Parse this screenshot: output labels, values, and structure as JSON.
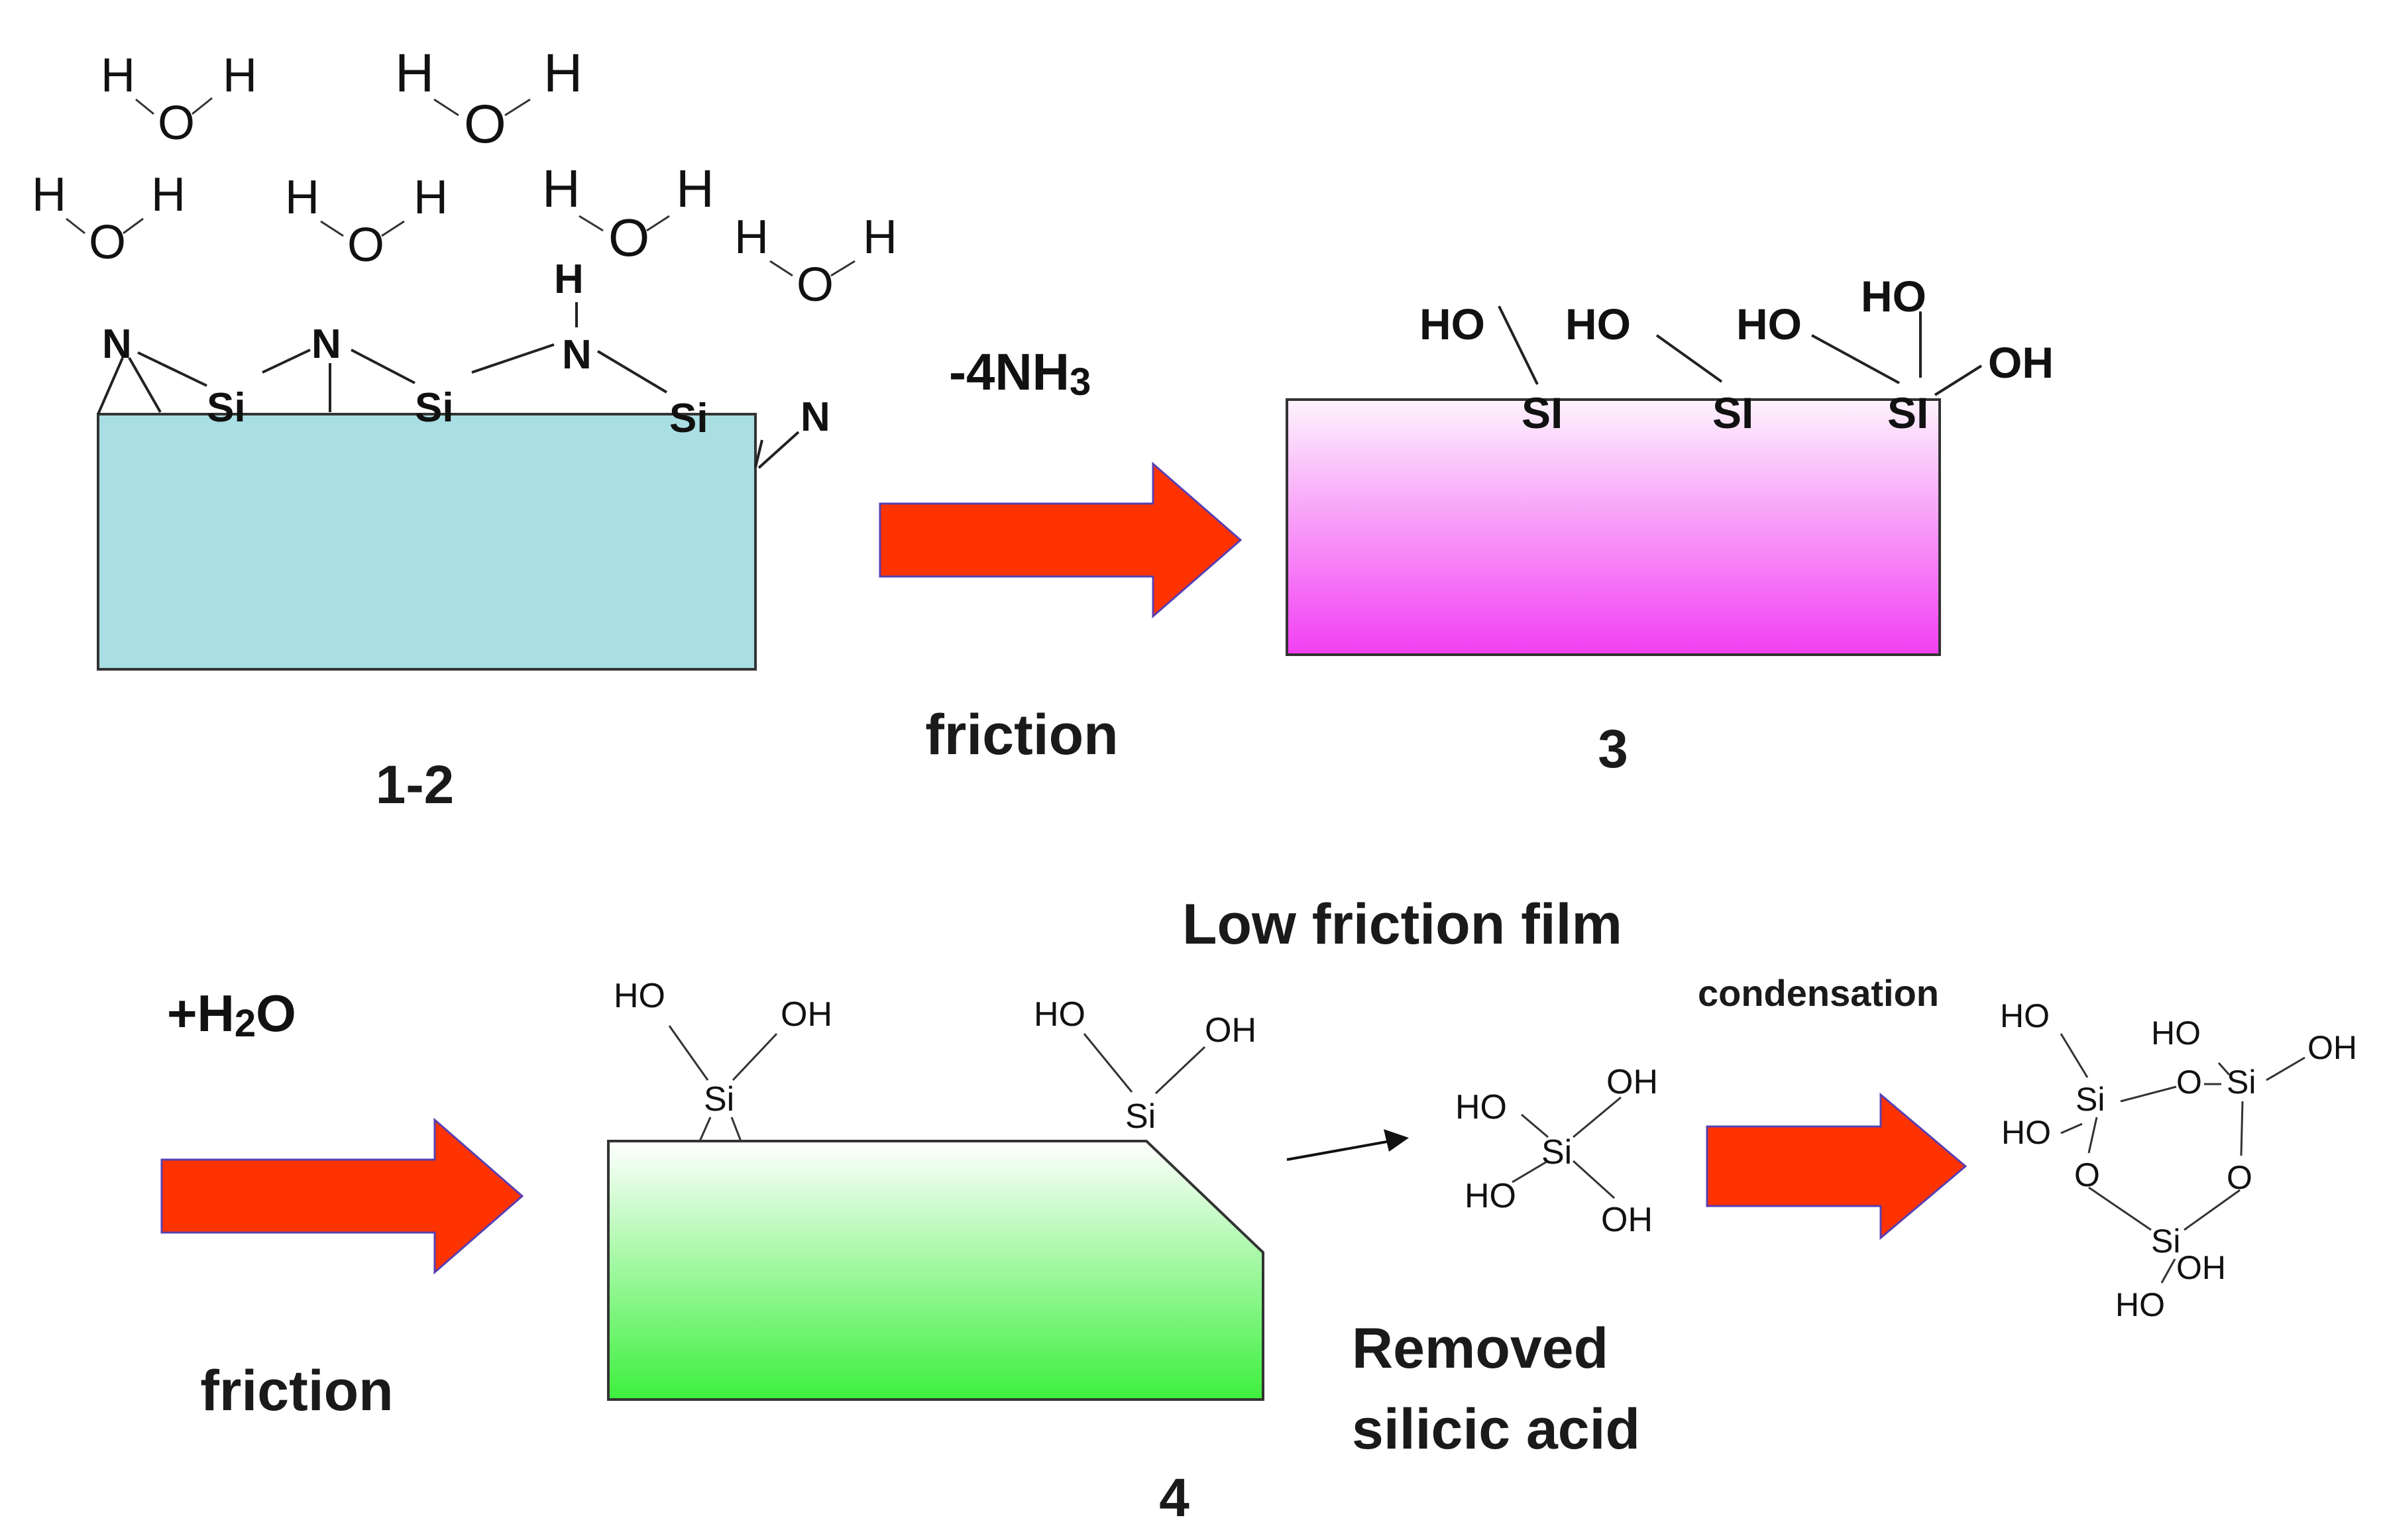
{
  "colors": {
    "arrow": "#ff3300",
    "arrow_edge": "#5a3fb0",
    "block_nitride": "#a9dfe2",
    "block_hydroxylated_top": "#fdf3fd",
    "block_hydroxylated_bottom": "#f23ff2",
    "block_film_top": "#ffffff",
    "block_film_bottom": "#3df03d"
  },
  "water": {
    "h": "H",
    "o": "O"
  },
  "stage12": {
    "atoms": {
      "n": "N",
      "si": "Si",
      "h": "H"
    },
    "label": "1-2"
  },
  "step1": {
    "product": "-4NH",
    "product_sub": "3",
    "condition": "friction"
  },
  "stage3": {
    "atoms": {
      "ho": "HO",
      "si": "SI",
      "oh": "OH"
    },
    "label": "3"
  },
  "step2": {
    "reagent_prefix": "+H",
    "reagent_sub": "2",
    "reagent_suffix": "O",
    "condition": "friction"
  },
  "stage4": {
    "title": "Low friction film",
    "atoms": {
      "ho": "HO",
      "oh": "OH",
      "si": "Si"
    },
    "label": "4"
  },
  "silicic_acid": {
    "atoms": {
      "ho": "HO",
      "oh": "OH",
      "si": "Si"
    },
    "caption_line1": "Removed",
    "caption_line2": "silicic acid"
  },
  "step3": {
    "label": "condensation"
  },
  "condensed": {
    "atoms": {
      "ho": "HO",
      "oh": "OH",
      "si": "Si",
      "o": "O"
    }
  }
}
